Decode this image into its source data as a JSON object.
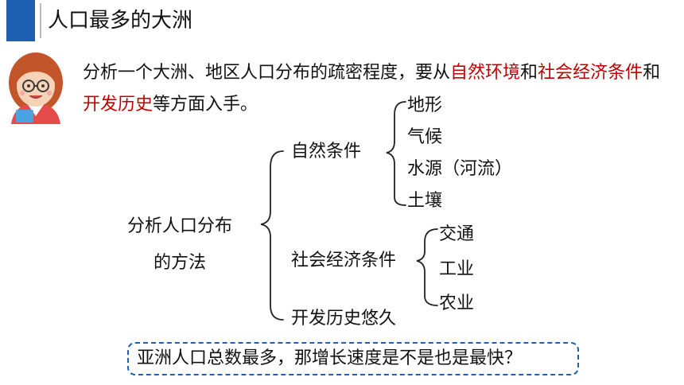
{
  "header": {
    "title": "人口最多的大洲",
    "accent_color": "#1d5fb0"
  },
  "intro": {
    "part1": "分析一个大洲、地区人口分布的疏密程度，要从",
    "hl1": "自然环境",
    "and1": "和",
    "hl2": "社会经济条件",
    "and2": "和",
    "hl3": "开发历史",
    "part2": "等方面入手。",
    "highlight_color": "#c00000"
  },
  "diagram": {
    "root_line1": "分析人口分布",
    "root_line2": "的方法",
    "natural": {
      "label": "自然条件",
      "items": [
        "地形",
        "气候",
        "水源（河流）",
        "土壤"
      ]
    },
    "social": {
      "label": "社会经济条件",
      "items": [
        "交通",
        "工业",
        "农业"
      ]
    },
    "history": {
      "label": "开发历史悠久"
    }
  },
  "question": {
    "text": "亚洲人口总数最多，那增长速度是不是也是最快？",
    "border_color": "#1d5fb0"
  }
}
